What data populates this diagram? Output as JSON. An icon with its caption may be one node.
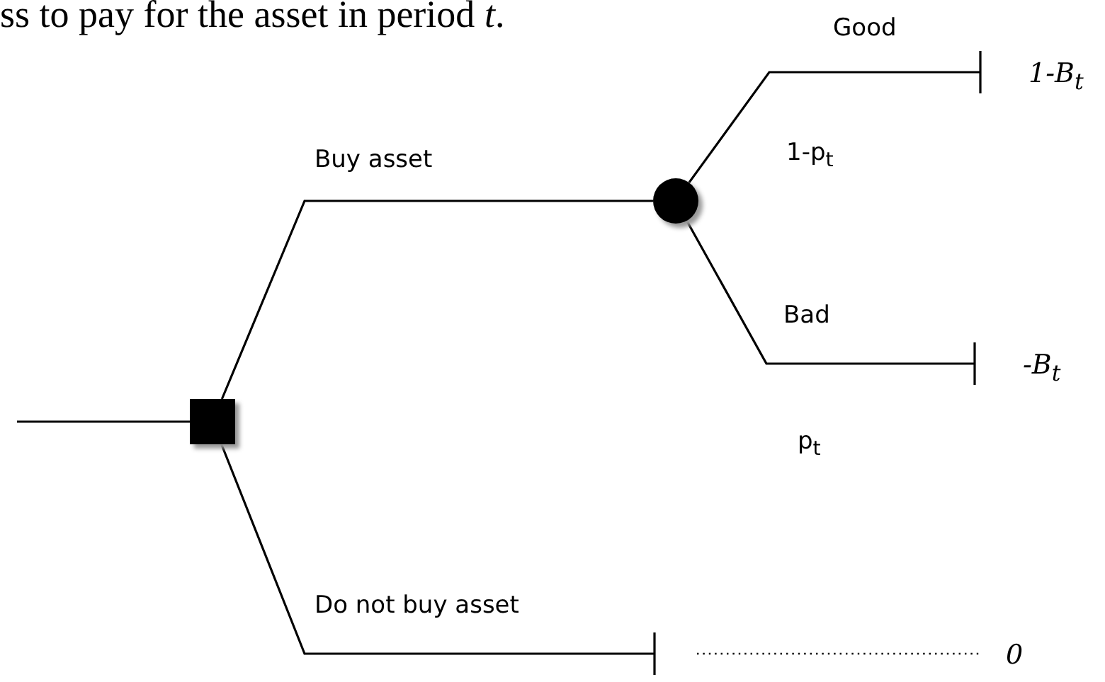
{
  "diagram": {
    "nodes": [
      {
        "text": [],
        "shape": "box"
      },
      {
        "text": [],
        "shape": "circle"
      },
      {
        "text": [
          "1-B$_{t}$"
        ]
      },
      {
        "text": [
          "-B$_{t}$"
        ]
      },
      {
        "text": [
          "0"
        ]
      }
    ],
    "edges": [
      {
        "from": null,
        "to": 0,
        "arrow": "none"
      },
      {
        "from": 0,
        "to": 1,
        "arrow": "none",
        "label": "Buy asset"
      },
      {
        "from": 1,
        "to": 2,
        "arrow": "other",
        "label": "Good"
      },
      {
        "from": 1,
        "to": 3,
        "arrow": "other",
        "label": "Bad"
      },
      {
        "from": 0,
        "to": 4,
        "arrow": "other",
        "label": "Do not buy asset"
      }
    ],
    "labels": [
      "ss to pay for the asset in period *t*.",
      "1-p$_{t}$",
      "p$_{t}$"
    ]
  }
}
